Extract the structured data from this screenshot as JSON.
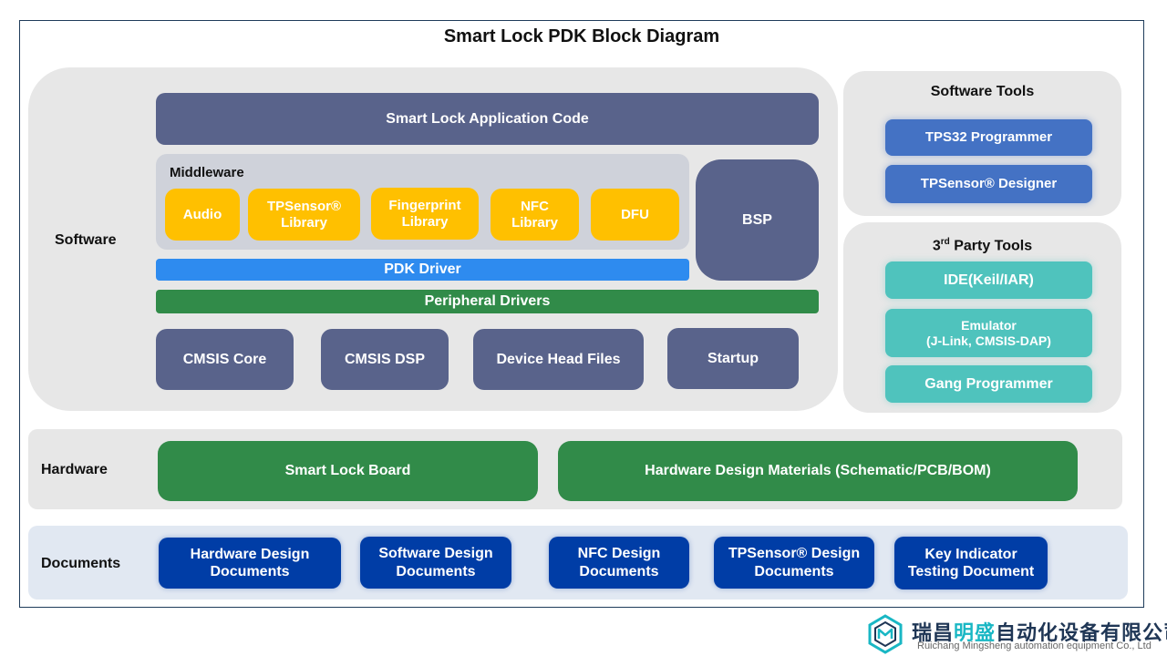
{
  "title": "Smart Lock PDK Block Diagram",
  "software": {
    "label": "Software",
    "app_code": "Smart Lock Application Code",
    "middleware": {
      "label": "Middleware",
      "items": [
        {
          "line1": "Audio",
          "line2": ""
        },
        {
          "line1": "TPSensor®",
          "line2": "Library"
        },
        {
          "line1": "Fingerprint",
          "line2": "Library"
        },
        {
          "line1": "NFC",
          "line2": "Library"
        },
        {
          "line1": "DFU",
          "line2": ""
        }
      ]
    },
    "bsp": "BSP",
    "pdk_driver": "PDK Driver",
    "peripheral_drivers": "Peripheral Drivers",
    "bottom": [
      "CMSIS Core",
      "CMSIS DSP",
      "Device Head Files",
      "Startup"
    ]
  },
  "software_tools": {
    "title": "Software Tools",
    "items": [
      "TPS32 Programmer",
      "TPSensor® Designer"
    ]
  },
  "third_party_tools": {
    "title_prefix": "3",
    "title_sup": "rd",
    "title_rest": " Party Tools",
    "items": [
      {
        "line1": "IDE(Keil/IAR)",
        "line2": ""
      },
      {
        "line1": "Emulator",
        "line2": "(J-Link, CMSIS-DAP)"
      },
      {
        "line1": "Gang Programmer",
        "line2": ""
      }
    ]
  },
  "hardware": {
    "label": "Hardware",
    "board": "Smart Lock Board",
    "materials": "Hardware Design Materials (Schematic/PCB/BOM)"
  },
  "documents": {
    "label": "Documents",
    "items": [
      {
        "line1": "Hardware Design",
        "line2": "Documents"
      },
      {
        "line1": "Software Design",
        "line2": "Documents"
      },
      {
        "line1": "NFC Design",
        "line2": "Documents"
      },
      {
        "line1": "TPSensor® Design",
        "line2": "Documents"
      },
      {
        "line1": "Key Indicator",
        "line2": "Testing Document"
      }
    ]
  },
  "logo": {
    "cn_part1": "瑞昌",
    "cn_highlight": "明盛",
    "cn_part2": "自动化设备有限公司",
    "en": "Ruichang Mingsheng automation equipment Co., Ltd"
  },
  "colors": {
    "slate": "#59638b",
    "amber": "#ffc000",
    "pdk_blue": "#2e8bef",
    "green": "#318b49",
    "tool_blue": "#4472c4",
    "teal": "#4fc3bd",
    "navy": "#003da6",
    "panel_gray": "#e7e7e7"
  }
}
